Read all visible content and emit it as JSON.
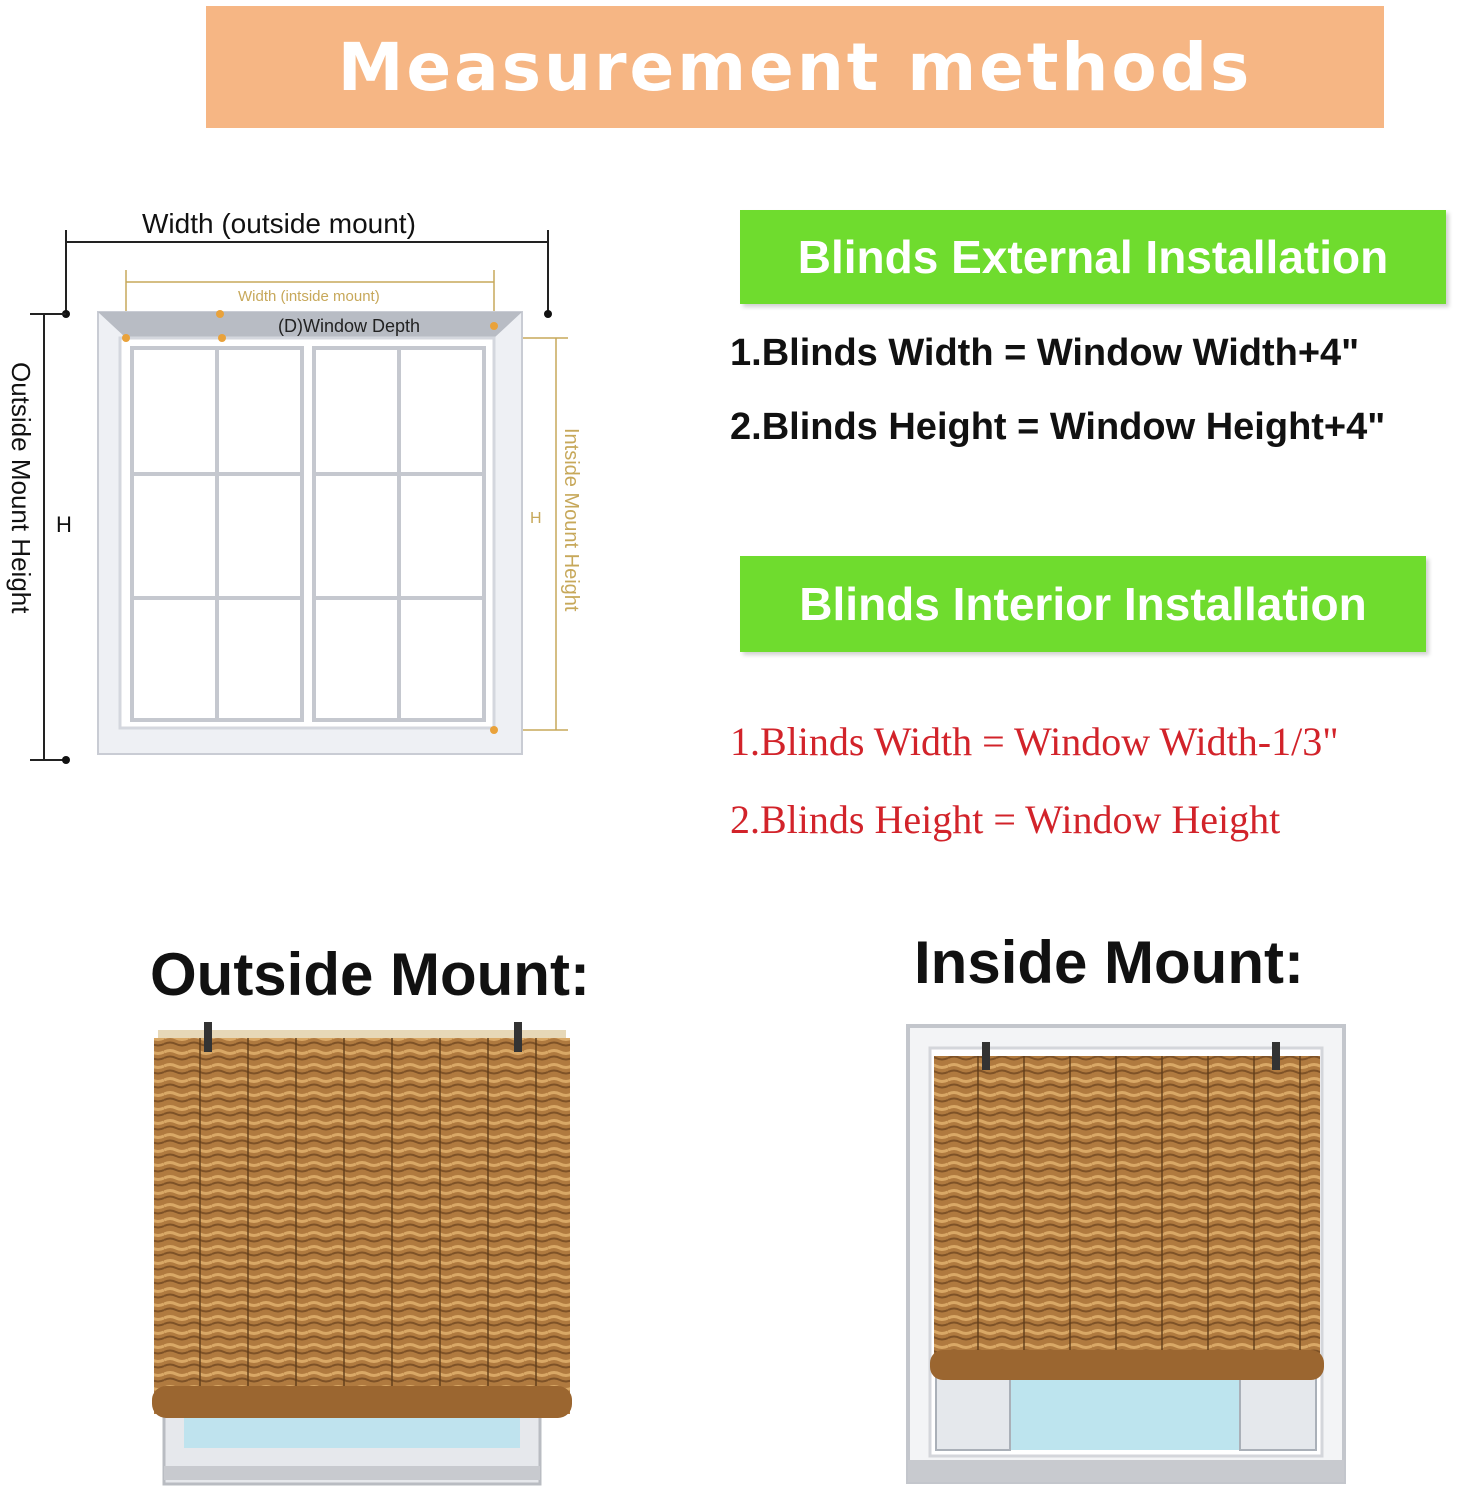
{
  "banner": {
    "title": "Measurement methods"
  },
  "diagram": {
    "outside_width_label": "Width (outside mount)",
    "inside_width_label": "Width (intside mount)",
    "depth_label": "(D)Window Depth",
    "outside_height_label": "Outside Mount Height",
    "outside_height_letter": "H",
    "inside_height_label": "Intside Mount Height",
    "inside_height_letter": "H"
  },
  "external": {
    "heading": "Blinds External Installation",
    "rule1": "1.Blinds Width = Window Width+4\"",
    "rule2": "2.Blinds Height = Window Height+4\""
  },
  "interior": {
    "heading": "Blinds Interior Installation",
    "rule1": "1.Blinds Width = Window Width-1/3\"",
    "rule2": "2.Blinds Height = Window Height"
  },
  "mounts": {
    "outside_title": "Outside Mount:",
    "inside_title": "Inside Mount:"
  },
  "colors": {
    "banner": "#f6b684",
    "green": "#6fdc2e",
    "red_text": "#d2232a",
    "dimension_gold": "#c7a85a",
    "bamboo": "#a8743a"
  }
}
